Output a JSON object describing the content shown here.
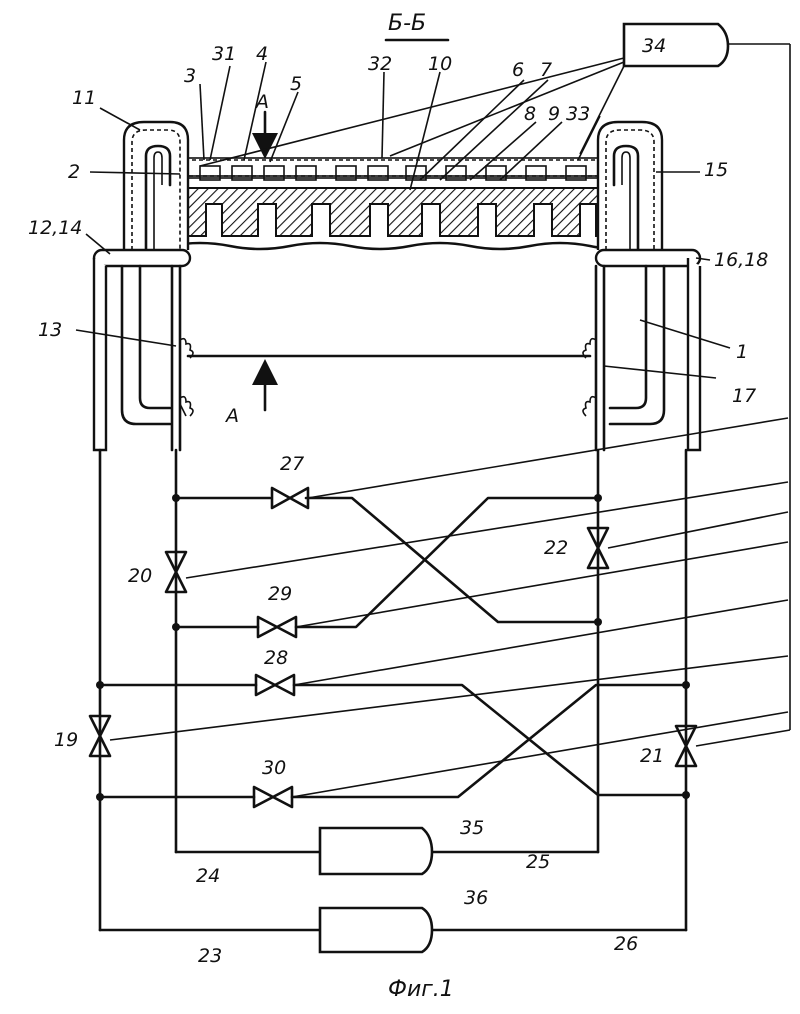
{
  "title": "Б-Б",
  "caption": "Фиг.1",
  "labels": {
    "l1": "1",
    "l2": "2",
    "l3": "3",
    "l4": "4",
    "l5": "5",
    "l6": "6",
    "l7": "7",
    "l8": "8",
    "l9": "9",
    "l10": "10",
    "l11": "11",
    "l12_14": "12,14",
    "l13": "13",
    "l15": "15",
    "l16_18": "16,18",
    "l17": "17",
    "l19": "19",
    "l20": "20",
    "l21": "21",
    "l22": "22",
    "l23": "23",
    "l24": "24",
    "l25": "25",
    "l26": "26",
    "l27": "27",
    "l28": "28",
    "l29": "29",
    "l30": "30",
    "l31": "31",
    "l32": "32",
    "l33": "33",
    "l34": "34",
    "l35": "35",
    "l36": "36",
    "arrowA_top": "A",
    "arrowA_bottom": "A"
  }
}
